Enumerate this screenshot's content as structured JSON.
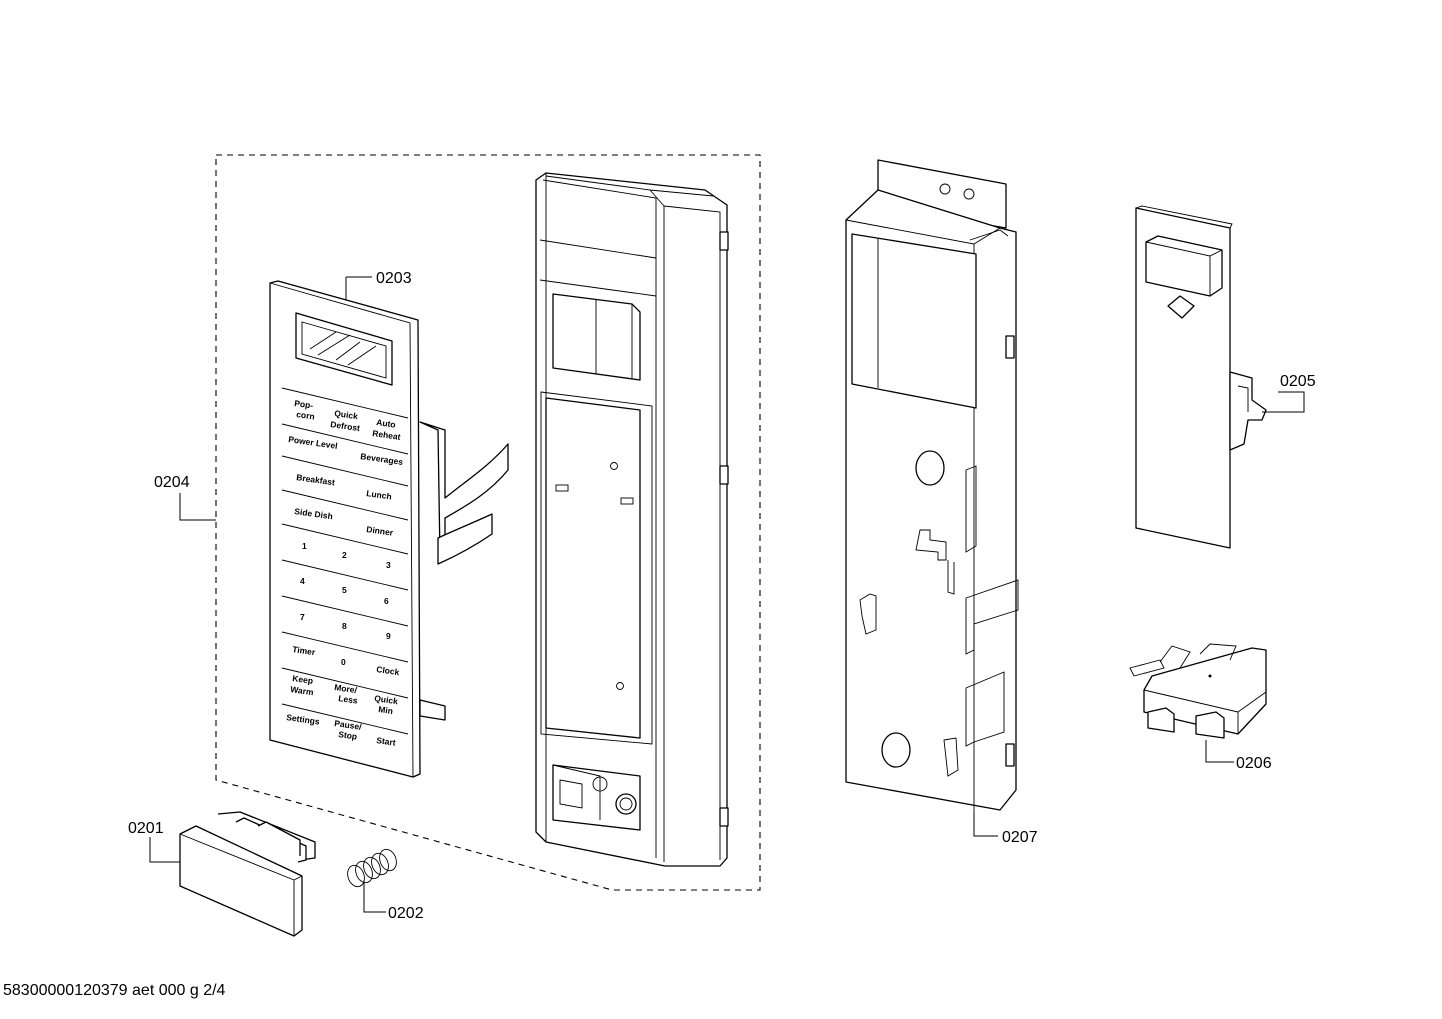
{
  "callouts": {
    "p0201": "0201",
    "p0202": "0202",
    "p0203": "0203",
    "p0204": "0204",
    "p0205": "0205",
    "p0206": "0206",
    "p0207": "0207"
  },
  "keypad": {
    "popcorn_1": "Pop-",
    "popcorn_2": "corn",
    "quick_defrost_1": "Quick",
    "quick_defrost_2": "Defrost",
    "auto_reheat_1": "Auto",
    "auto_reheat_2": "Reheat",
    "power_level": "Power Level",
    "beverages": "Beverages",
    "breakfast": "Breakfast",
    "lunch": "Lunch",
    "side_dish": "Side Dish",
    "dinner": "Dinner",
    "k1": "1",
    "k2": "2",
    "k3": "3",
    "k4": "4",
    "k5": "5",
    "k6": "6",
    "k7": "7",
    "k8": "8",
    "k9": "9",
    "timer": "Timer",
    "k0": "0",
    "clock": "Clock",
    "keep_warm_1": "Keep",
    "keep_warm_2": "Warm",
    "more_less_1": "More/",
    "more_less_2": "Less",
    "quick_min_1": "Quick",
    "quick_min_2": "Min",
    "settings": "Settings",
    "pause_stop_1": "Pause/",
    "pause_stop_2": "Stop",
    "start": "Start"
  },
  "footer": "58300000120379 aet 000 g 2/4"
}
